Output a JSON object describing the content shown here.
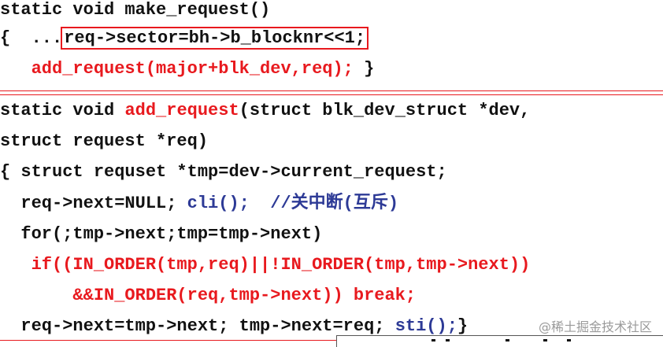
{
  "code_top": {
    "l1": "static void make_request()",
    "l2_prefix": "{  ...",
    "l2_boxed": "req->sector=bh->b_blocknr<<1;",
    "l3_indent": "   ",
    "l3_red": "add_request(major+blk_dev,req);",
    "l3_close": " }"
  },
  "code_main": {
    "l1_a": "static void ",
    "l1_red": "add_request",
    "l1_b": "(struct blk_dev_struct *dev,",
    "l2": "struct request *req)",
    "l3": "{ struct requset *tmp=dev->current_request;",
    "l4_a": "  req->next=NULL; ",
    "l4_blue": "cli();  //关中断(互斥)",
    "l5": "  for(;tmp->next;tmp=tmp->next)",
    "l6_red": "   if((IN_ORDER(tmp,req)||!IN_ORDER(tmp,tmp->next))",
    "l7_red": "       &&IN_ORDER(req,tmp->next)) break;",
    "l8_a": "  req->next=tmp->next; tmp->next=req; ",
    "l8_blue": "sti();",
    "l8_c": "}"
  },
  "watermark": "@稀土掘金技术社区",
  "colors": {
    "red": "#e8191e",
    "blue": "#2d3a96",
    "text": "#111111"
  }
}
